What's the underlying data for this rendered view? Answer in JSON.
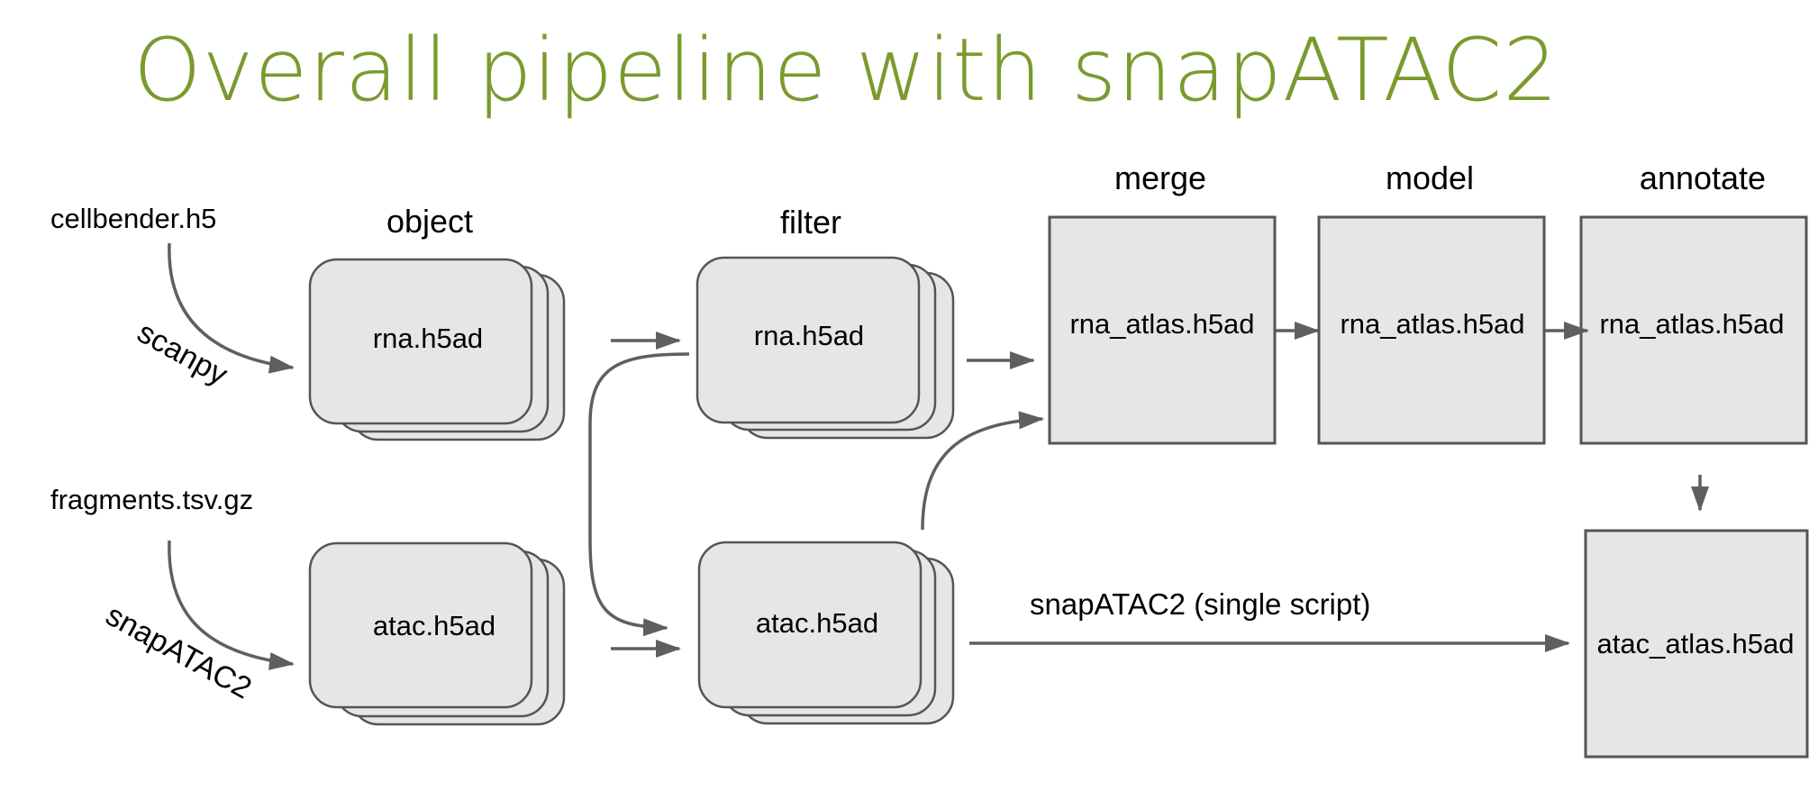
{
  "title": "Overall pipeline with snapATAC2",
  "colors": {
    "title": "#7a9a2e",
    "node_fill": "#e6e6e6",
    "node_stroke": "#555555",
    "edge": "#5f5f5f",
    "text": "#000000"
  },
  "stage_labels": {
    "object": "object",
    "filter": "filter",
    "merge": "merge",
    "model": "model",
    "annotate": "annotate"
  },
  "inputs": {
    "cellbender": "cellbender.h5",
    "fragments": "fragments.tsv.gz"
  },
  "tools": {
    "scanpy": "scanpy",
    "snapatac2": "snapATAC2",
    "snapatac2_single": "snapATAC2 (single script)"
  },
  "nodes": {
    "object_rna": "rna.h5ad",
    "object_atac": "atac.h5ad",
    "filter_rna": "rna.h5ad",
    "filter_atac": "atac.h5ad",
    "merge_rna_atlas": "rna_atlas.h5ad",
    "model_rna_atlas": "rna_atlas.h5ad",
    "annotate_rna_atlas": "rna_atlas.h5ad",
    "atac_atlas": "atac_atlas.h5ad"
  }
}
